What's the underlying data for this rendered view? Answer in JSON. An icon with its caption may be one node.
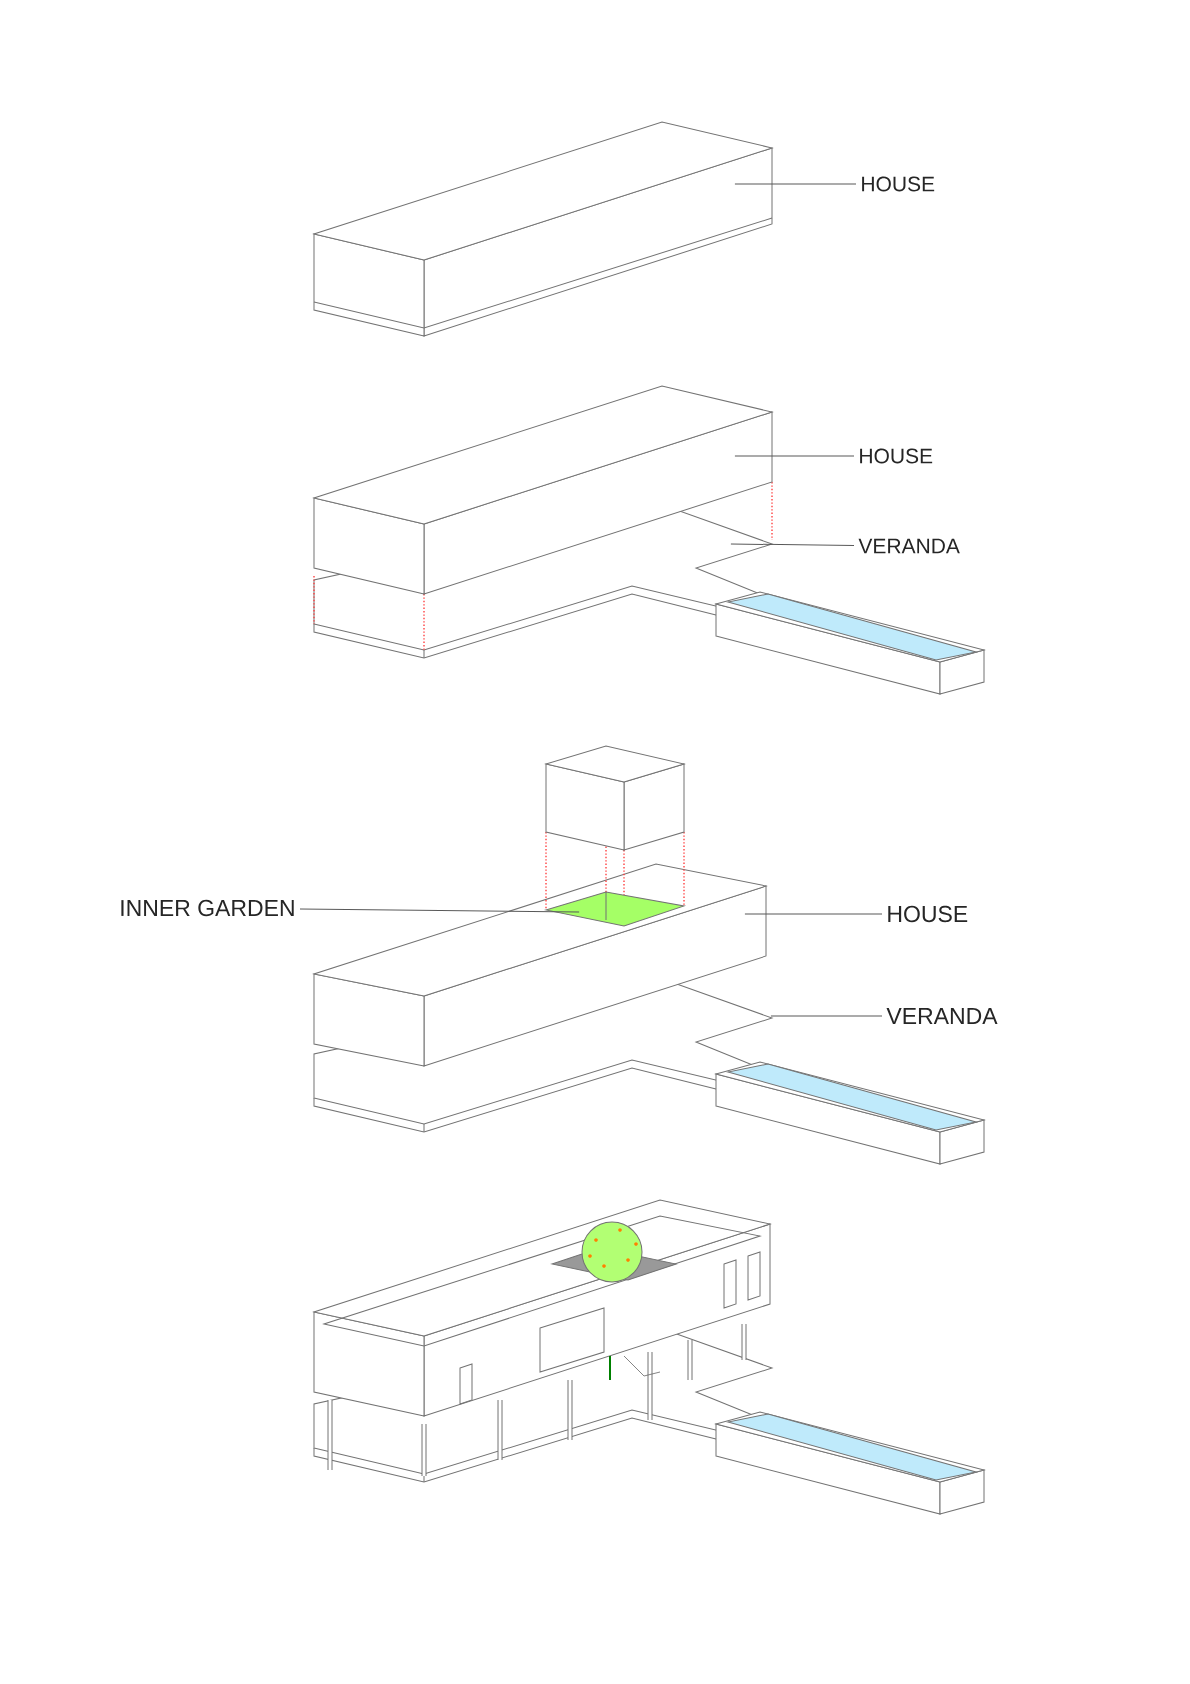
{
  "diagram": {
    "nodes": [
      {
        "text": [],
        "shape": "box"
      },
      {
        "text": [
          "HOUSE"
        ]
      },
      {
        "text": [],
        "shape": "box"
      },
      {
        "text": [
          "HOUSE"
        ]
      },
      {
        "text": [],
        "shape": "box"
      },
      {
        "text": [
          "VERANDA"
        ]
      },
      {
        "text": [
          "INNER GARDEN"
        ]
      },
      {
        "text": [],
        "shape": "box"
      },
      {
        "text": [],
        "shape": "box"
      },
      {
        "text": [
          "HOUSE"
        ]
      },
      {
        "text": [],
        "shape": "box"
      },
      {
        "text": [
          "VERANDA"
        ]
      }
    ],
    "edges": [
      {
        "from": 1,
        "to": 0,
        "arrow": "none"
      },
      {
        "from": 3,
        "to": 2,
        "arrow": "none"
      },
      {
        "from": 5,
        "to": 4,
        "arrow": "none"
      },
      {
        "from": 6,
        "to": 7,
        "arrow": "none"
      },
      {
        "from": 9,
        "to": 8,
        "arrow": "none"
      },
      {
        "from": 11,
        "to": 10,
        "arrow": "none"
      }
    ]
  }
}
